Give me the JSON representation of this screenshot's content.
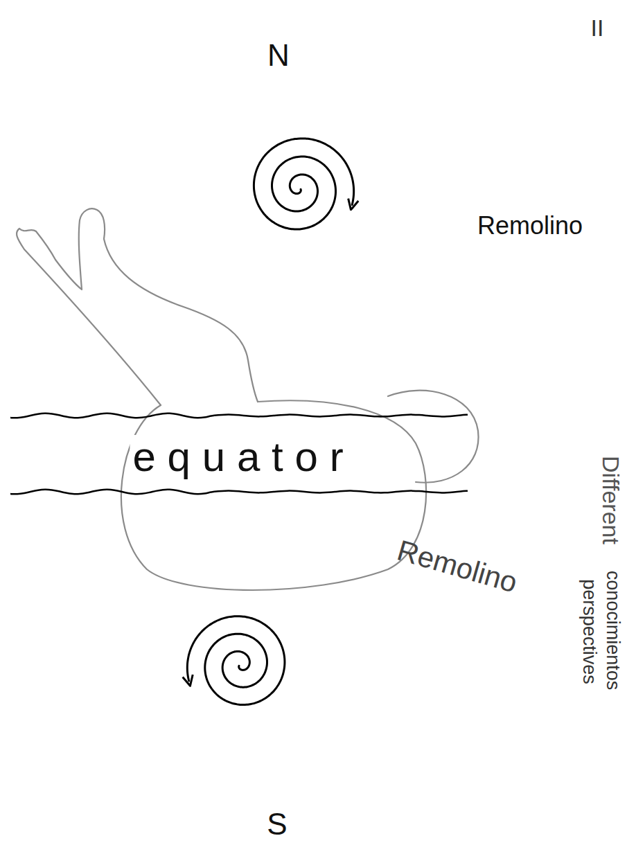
{
  "diagram": {
    "labels": [
      "N",
      "II",
      "Remolino",
      "equator",
      "Remolino",
      "Different",
      "conocimientos",
      "perspectives",
      "S"
    ]
  }
}
